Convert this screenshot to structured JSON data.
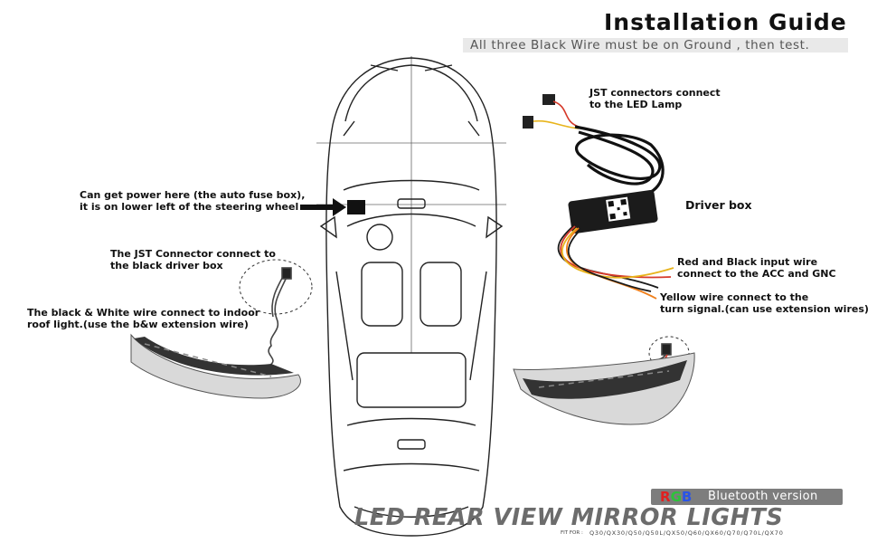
{
  "header": {
    "title": "Installation Guide",
    "subtitle": "All three Black Wire must be on Ground , then test."
  },
  "labels": {
    "power_line1": "Can get power here  (the auto fuse box),",
    "power_line2": "it is on lower left of the steering wheel",
    "jst_driver_line1": "The JST Connector connect to",
    "jst_driver_line2": "the black driver box",
    "bw_line1": "The black & White wire connect to indoor",
    "bw_line2": "roof light.(use the b&w extension wire)",
    "jst_led_line1": "JST connectors connect",
    "jst_led_line2": "to the LED Lamp",
    "driver_box": "Driver box",
    "red_black_line1": "Red and Black input wire",
    "red_black_line2": "connect to the ACC and GNC",
    "yellow_line1": "Yellow wire connect to the",
    "yellow_line2": "turn signal.(can use extension wires)"
  },
  "badge": {
    "r": "R",
    "g": "G",
    "b": "B",
    "text": "Bluetooth version"
  },
  "product": {
    "name": "LED REAR VIEW MIRROR LIGHTS",
    "fit_for_label": "FIT FOR  :",
    "fit_for_models": "Q30/QX30/Q50/Q50L/QX50/Q60/QX60/Q70/Q70L/QX70"
  },
  "colors": {
    "red_wire": "#d63a2a",
    "yellow_wire": "#e8b41c",
    "orange_wire": "#ef7f1a",
    "black_wire": "#1a1a1a"
  }
}
